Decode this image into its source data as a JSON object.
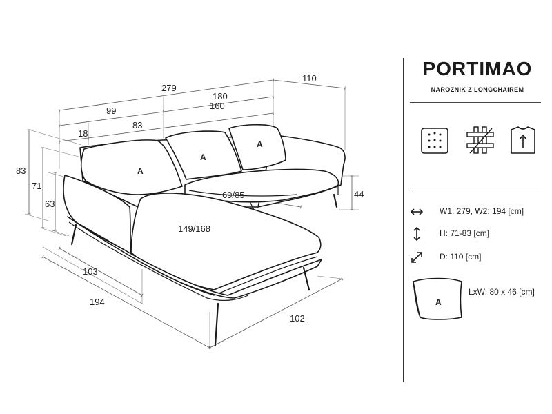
{
  "product": {
    "name": "PORTIMAO",
    "subtitle": "NAROZNIK Z LONGCHAIREM"
  },
  "dimensions": {
    "total_width": "279",
    "depth": "110",
    "section_180": "180",
    "section_99": "99",
    "section_160": "160",
    "section_18": "18",
    "section_83": "83",
    "height_83": "83",
    "height_71": "71",
    "height_63": "63",
    "seat_height": "44",
    "seat_depth": "69/85",
    "longchair_depth": "149/168",
    "side_103": "103",
    "side_194": "194",
    "longchair_width": "102"
  },
  "pillow_marks": [
    "A",
    "A",
    "A"
  ],
  "feature_icons": [
    "cushion-icon",
    "frame-icon",
    "removable-cover-icon"
  ],
  "specs": [
    {
      "icon": "width-arrow-icon",
      "text": "W1: 279, W2: 194 [cm]"
    },
    {
      "icon": "height-arrow-icon",
      "text": "H: 71-83 [cm]"
    },
    {
      "icon": "depth-arrow-icon",
      "text": "D: 110 [cm]"
    }
  ],
  "pillow_spec": {
    "letter": "A",
    "text": "LxW: 80 x 46 [cm]"
  }
}
